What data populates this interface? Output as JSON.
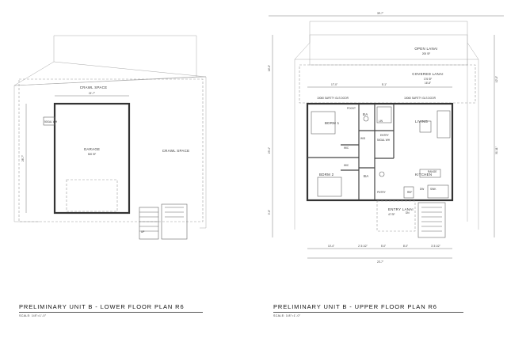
{
  "lower_plan": {
    "title": "PRELIMINARY UNIT B - LOWER FLOOR PLAN R6",
    "scale": "SCALE: 1/8\"=1'-0\"",
    "labels": {
      "crawl_top": "CRAWL SPACE",
      "crawl_right": "CRAWL SPACE",
      "garage": "GARAGE",
      "garage_area": "520 SF",
      "width_dim": "21'-7\"",
      "depth_dim": "28'-7\"",
      "wh": "50GAL WH",
      "up": "UP"
    }
  },
  "upper_plan": {
    "title": "PRELIMINARY UNIT B - UPPER FLOOR PLAN R6",
    "scale": "SCALE: 1/8\"=1'-0\"",
    "labels": {
      "overall_top": "39'-7\"",
      "overall_bottom": "23'-7\"",
      "open_lanai": "OPEN LANAI",
      "open_lanai_area": "200 SF",
      "covered_lanai": "COVERED LANAI",
      "covered_lanai_area": "176 SF",
      "covered_lanai_dim": "16'-8\"",
      "safety_left": "10060 SAFETY GLS DOOR",
      "safety_right": "10060 SAFETY GLS DOOR",
      "bdrm1": "BDRM 1",
      "bdrm2": "BDRM 2",
      "ba1": "BA",
      "ba2": "BA",
      "living": "LIVING",
      "kitchen": "KITCHEN",
      "entry_lanai": "ENTRY LANAI",
      "entry_lanai_area": "47 SF",
      "dn": "DN",
      "range": "RANGE",
      "ref": "REF",
      "sink": "SINK",
      "dw": "DW",
      "pantry": "PNTRY",
      "linen": "LIN",
      "washer": "W/D",
      "pocket": "POCKT",
      "closet1": "WIC",
      "closet2": "WIC",
      "entry": "ENTRY",
      "wh": "50GAL WH",
      "dims_bottom": [
        "10'-4\"",
        "2'-5 1/2\"",
        "5'-0\"",
        "8'-0\"",
        "3'-5 1/2\""
      ],
      "dims_top": [
        "17'-0\"",
        "5'-1\""
      ],
      "dims_left": [
        "16'-0\"",
        "23'-4\"",
        "9'-0\""
      ],
      "dims_right": [
        "12'-0\"",
        "31'-11\""
      ]
    }
  }
}
